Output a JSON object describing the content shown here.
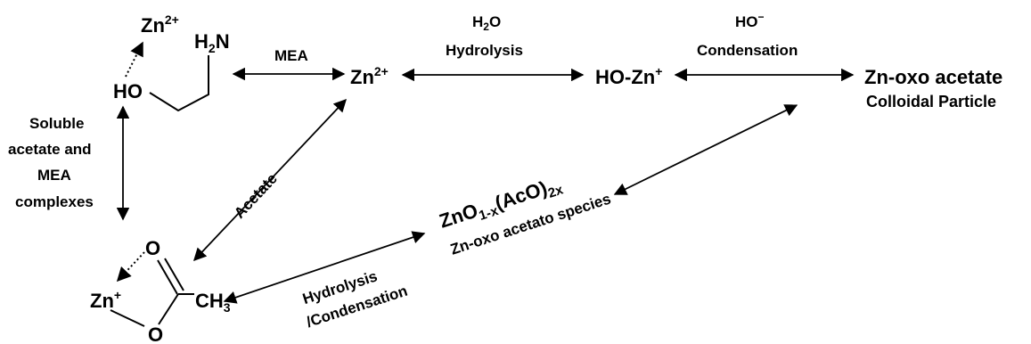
{
  "nodes": {
    "zn_top": {
      "main": "Zn",
      "sup": "2+"
    },
    "h2n": {
      "main": "H",
      "sub": "2",
      "tail": "N"
    },
    "ho": "HO",
    "zn_center": {
      "main": "Zn",
      "sup": "2+"
    },
    "ho_zn": {
      "main": "HO-Zn",
      "sup": "+"
    },
    "product": {
      "line1": "Zn-oxo acetate",
      "line2": "Colloidal Particle"
    },
    "zn_acetate_zn": {
      "main": "Zn",
      "sup": "+"
    },
    "acetate_o_top": "O",
    "acetate_o_bottom": "O",
    "acetate_ch3": {
      "main": "CH",
      "sub": "3"
    },
    "zno_species": {
      "main1": "ZnO",
      "sub1": "1-x",
      "main2": "(AcO)",
      "sub2": "2x"
    },
    "zno_species_label": "Zn-oxo acetato species"
  },
  "labels": {
    "mea": "MEA",
    "h2o": {
      "main": "H",
      "sub": "2",
      "tail": "O"
    },
    "hydrolysis": "Hydrolysis",
    "ho_minus": {
      "main": "HO",
      "sup": "−"
    },
    "condensation": "Condensation",
    "soluble": [
      "Soluble",
      "acetate and",
      "MEA",
      "complexes"
    ],
    "acetate": "Acetate",
    "hydro_cond": [
      "Hydrolysis",
      "/Condensation"
    ]
  }
}
